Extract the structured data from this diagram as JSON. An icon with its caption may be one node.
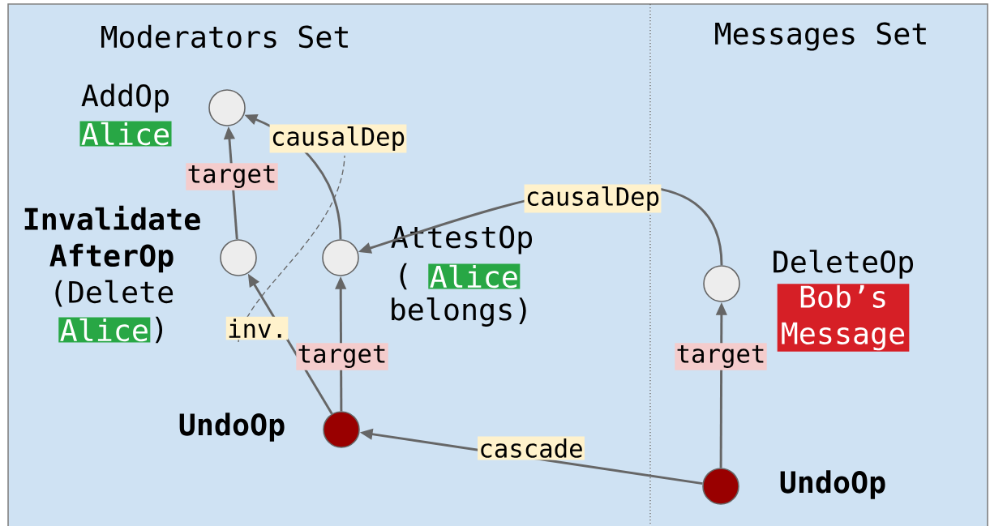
{
  "diagram": {
    "nodes": [
      {
        "text": [
          "Moderators Set"
        ]
      },
      {
        "text": [
          "Messages Set"
        ]
      },
      {
        "text": [],
        "shape": "circle",
        "in": 0,
        "beside": [
          "AddOp",
          "Alice"
        ]
      },
      {
        "text": [],
        "shape": "circle",
        "in": 0,
        "beside": [
          "Invalidate AfterOp",
          "(Delete",
          "Alice",
          ")"
        ]
      },
      {
        "text": [],
        "shape": "circle",
        "in": 0,
        "beside": [
          "AttestOp",
          "(",
          "Alice",
          "belongs)"
        ]
      },
      {
        "text": [],
        "shape": "circle",
        "in": 1,
        "beside": [
          "DeleteOp",
          "Bob’s Message"
        ]
      },
      {
        "text": [],
        "shape": "circle",
        "in": 0,
        "beside": [
          "UndoOp"
        ]
      },
      {
        "text": [],
        "shape": "circle",
        "in": 1,
        "beside": [
          "UndoOp"
        ]
      }
    ],
    "edges": [
      {
        "from": 3,
        "to": 2,
        "arrow": "to",
        "label": "target"
      },
      {
        "from": 4,
        "to": 2,
        "arrow": "to",
        "label": "causalDep"
      },
      {
        "from": 5,
        "to": 4,
        "arrow": "to",
        "label": "causalDep"
      },
      {
        "from": 6,
        "to": 3,
        "arrow": "to",
        "label": "inv."
      },
      {
        "from": 6,
        "to": 4,
        "arrow": "to",
        "label": "target"
      },
      {
        "from": 7,
        "to": 5,
        "arrow": "to",
        "label": "target"
      },
      {
        "from": 7,
        "to": 6,
        "arrow": "to",
        "label": "cascade"
      },
      {
        "from": 3,
        "to": null,
        "arrow": "none",
        "style": "dashed"
      }
    ]
  }
}
